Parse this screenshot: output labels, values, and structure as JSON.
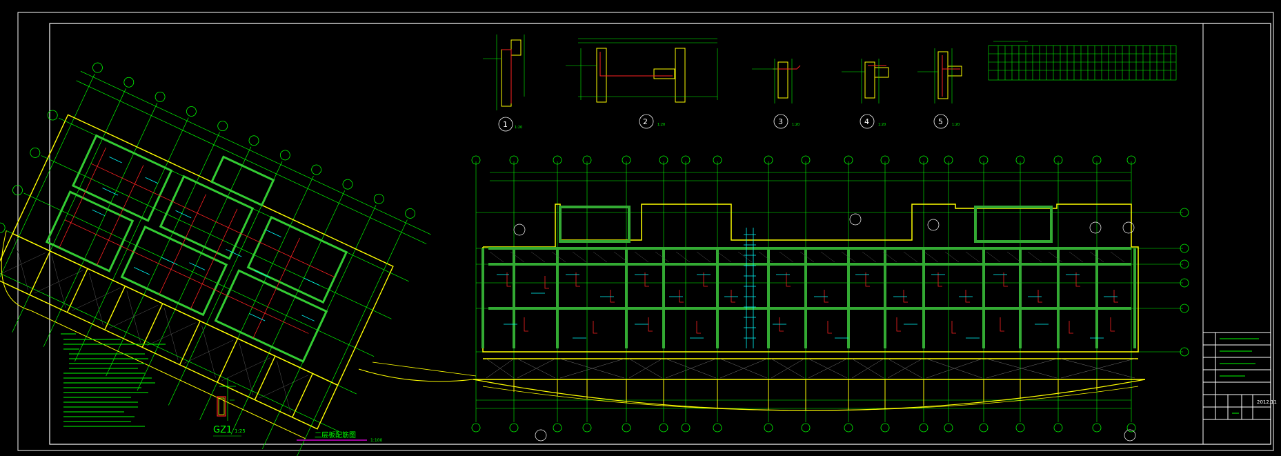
{
  "drawing": {
    "title_main": "二层板配筋图",
    "title_scale": "1:100",
    "column_tag": "GZ1",
    "column_scale": "1:25",
    "details": [
      {
        "num": "1",
        "scale": "1:20"
      },
      {
        "num": "2",
        "scale": "1:20"
      },
      {
        "num": "3",
        "scale": "1:20"
      },
      {
        "num": "4",
        "scale": "1:20"
      },
      {
        "num": "5",
        "scale": "1:20"
      }
    ]
  },
  "title_block": {
    "date": "2012.11"
  },
  "colors": {
    "background": "#000000",
    "frame": "#ffffff",
    "grid": "#00ff00",
    "wall": "#ffff00",
    "rebar": "#00ffff",
    "beam": "#ff2222",
    "dim": "#00cc00",
    "title_underline": "#cc00cc"
  }
}
